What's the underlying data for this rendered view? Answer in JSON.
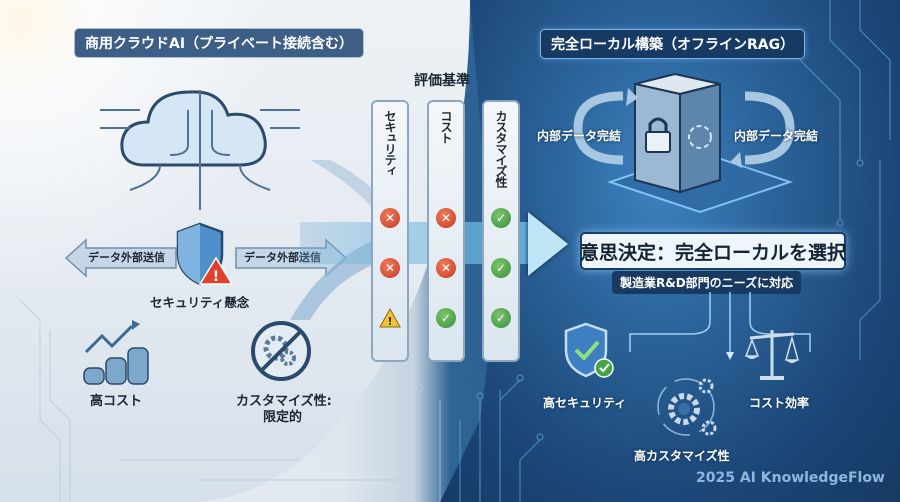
{
  "left_panel": {
    "title": "商用クラウドAI（プライベート接続含む）",
    "data_out_left": "データ外部送信",
    "data_out_right": "データ外部送信",
    "security_concern": "セキュリティ懸念",
    "high_cost": "高コスト",
    "customizability_line1": "カスタマイズ性:",
    "customizability_line2": "限定的",
    "icons": [
      "cloud-icon",
      "shield-warning-icon",
      "coins-rising-icon",
      "gear-prohibited-icon"
    ]
  },
  "criteria": {
    "title": "評価基準",
    "columns": [
      {
        "label": "セキュリティ",
        "marks": [
          "x",
          "x",
          "warning"
        ]
      },
      {
        "label": "コスト",
        "marks": [
          "x",
          "x",
          "check"
        ]
      },
      {
        "label": "カスタマイズ性",
        "marks": [
          "check",
          "check",
          "check"
        ]
      }
    ]
  },
  "right_panel": {
    "title": "完全ローカル構築（オフラインRAG）",
    "internal_left": "内部データ完結",
    "internal_right": "内部データ完結",
    "decision": "意思決定：完全ローカルを選択",
    "decision_sub": "製造業R&D部門のニーズに対応",
    "outcomes": [
      "高セキュリティ",
      "高カスタマイズ性",
      "コスト効率"
    ],
    "icons": [
      "server-lock-icon",
      "shield-check-icon",
      "gears-icon",
      "scale-icon"
    ]
  },
  "footer": "2025 AI KnowledgeFlow",
  "colors": {
    "left_bg": "#e6ecf2",
    "right_bg": "#1f4c7c",
    "error": "#d04a2e",
    "success": "#4aa04a",
    "warning": "#f2c230",
    "accent_arrow": "#bfe6f7"
  }
}
